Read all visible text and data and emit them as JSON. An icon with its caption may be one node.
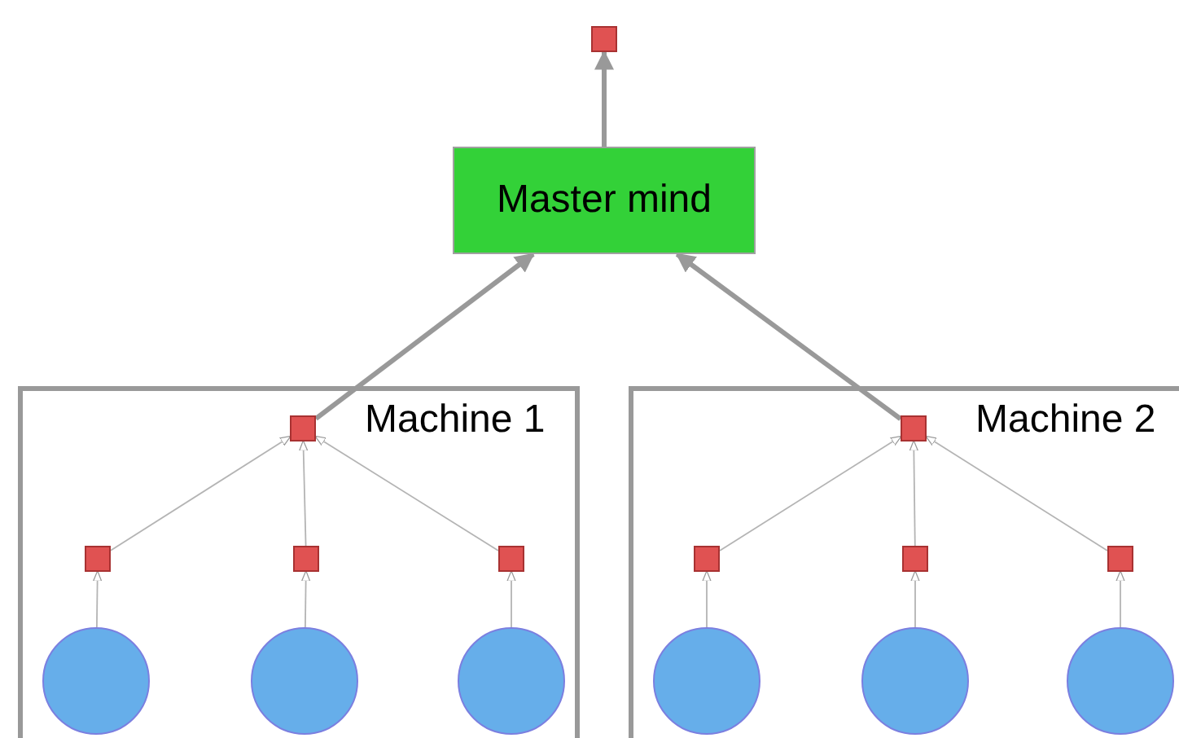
{
  "diagram": {
    "nodes": [
      {
        "text": [],
        "shape": "box"
      },
      {
        "text": [
          "Master mind"
        ]
      },
      {
        "text": [
          "Machine 1"
        ]
      },
      {
        "text": [],
        "shape": "box",
        "in": 2
      },
      {
        "text": [],
        "shape": "box",
        "in": 2
      },
      {
        "text": [],
        "shape": "box",
        "in": 2
      },
      {
        "text": [],
        "shape": "box",
        "in": 2
      },
      {
        "text": [],
        "shape": "circle",
        "in": 2
      },
      {
        "text": [],
        "shape": "circle",
        "in": 2
      },
      {
        "text": [],
        "shape": "circle",
        "in": 2
      },
      {
        "text": [
          "Machine 2"
        ]
      },
      {
        "text": [],
        "shape": "box",
        "in": 10
      },
      {
        "text": [],
        "shape": "box",
        "in": 10
      },
      {
        "text": [],
        "shape": "box",
        "in": 10
      },
      {
        "text": [],
        "shape": "box",
        "in": 10
      },
      {
        "text": [],
        "shape": "circle",
        "in": 10
      },
      {
        "text": [],
        "shape": "circle",
        "in": 10
      },
      {
        "text": [],
        "shape": "circle",
        "in": 10
      }
    ],
    "edges": [
      {
        "from": 1,
        "to": 0,
        "arrow": "to",
        "style": "thick"
      },
      {
        "from": 3,
        "to": 1,
        "arrow": "to",
        "style": "thick"
      },
      {
        "from": 11,
        "to": 1,
        "arrow": "to",
        "style": "thick"
      },
      {
        "from": 4,
        "to": 3,
        "arrow": "to"
      },
      {
        "from": 5,
        "to": 3,
        "arrow": "to"
      },
      {
        "from": 6,
        "to": 3,
        "arrow": "to"
      },
      {
        "from": 7,
        "to": 4,
        "arrow": "to"
      },
      {
        "from": 8,
        "to": 5,
        "arrow": "to"
      },
      {
        "from": 9,
        "to": 6,
        "arrow": "to"
      },
      {
        "from": 12,
        "to": 11,
        "arrow": "to"
      },
      {
        "from": 13,
        "to": 11,
        "arrow": "to"
      },
      {
        "from": 14,
        "to": 11,
        "arrow": "to"
      },
      {
        "from": 15,
        "to": 12,
        "arrow": "to"
      },
      {
        "from": 16,
        "to": 13,
        "arrow": "to"
      },
      {
        "from": 17,
        "to": 14,
        "arrow": "to"
      }
    ]
  }
}
